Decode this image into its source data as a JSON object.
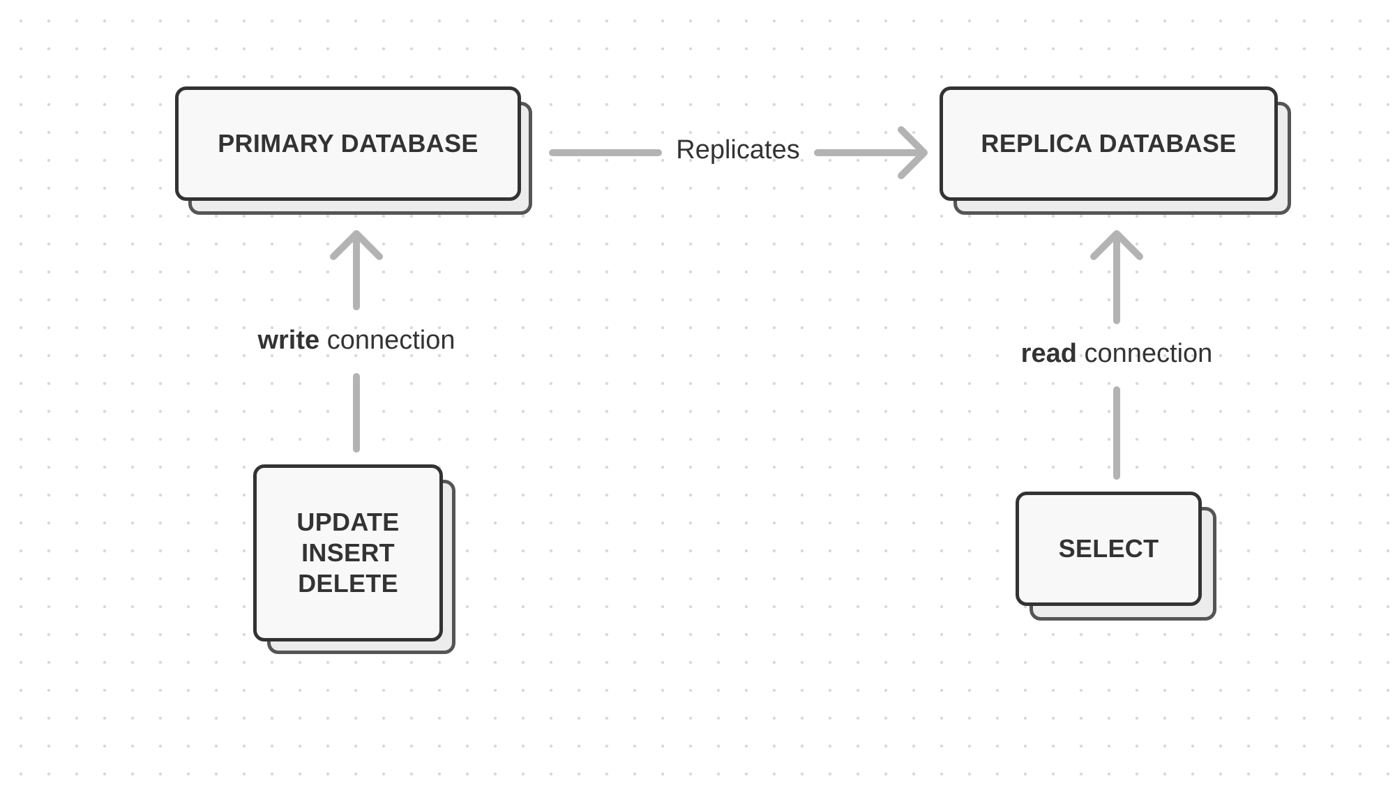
{
  "diagram": {
    "primary_db": {
      "label": "PRIMARY DATABASE"
    },
    "replica_db": {
      "label": "REPLICA DATABASE"
    },
    "write_ops": {
      "lines": [
        "UPDATE",
        "INSERT",
        "DELETE"
      ]
    },
    "read_ops": {
      "label": "SELECT"
    },
    "replicates_label": "Replicates",
    "write_connection": {
      "bold": "write",
      "rest": " connection"
    },
    "read_connection": {
      "bold": "read",
      "rest": " connection"
    }
  },
  "colors": {
    "arrow": "#b3b3b3",
    "card_border": "#333333",
    "card_fill": "#f7f8f7",
    "shadow_border": "#555555",
    "shadow_fill": "#ececec",
    "text": "#333333"
  }
}
